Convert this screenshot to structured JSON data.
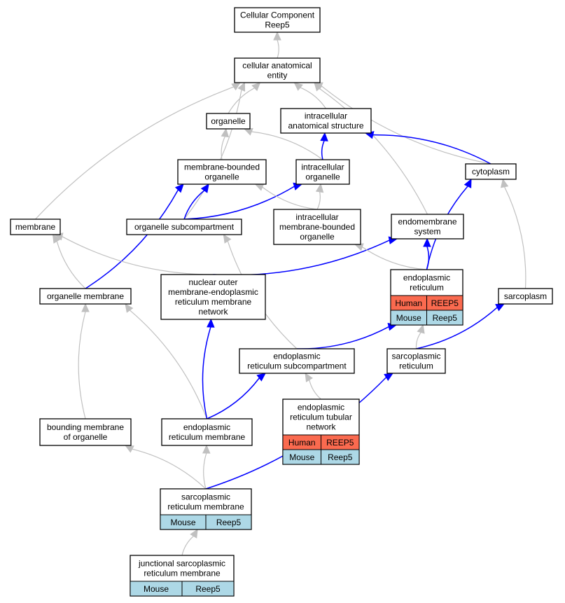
{
  "nodes": {
    "root": [
      "Cellular Component",
      "Reep5"
    ],
    "cae": [
      "cellular anatomical",
      "entity"
    ],
    "organelle": [
      "organelle"
    ],
    "ias": [
      "intracellular",
      "anatomical structure"
    ],
    "mbo": [
      "membrane-bounded",
      "organelle"
    ],
    "io": [
      "intracellular",
      "organelle"
    ],
    "cytoplasm": [
      "cytoplasm"
    ],
    "membrane": [
      "membrane"
    ],
    "osub": [
      "organelle subcompartment"
    ],
    "imbo": [
      "intracellular",
      "membrane-bounded",
      "organelle"
    ],
    "endosys": [
      "endomembrane",
      "system"
    ],
    "orgmem": [
      "organelle membrane"
    ],
    "nomer": [
      "nuclear outer",
      "membrane-endoplasmic",
      "reticulum membrane",
      "network"
    ],
    "er": [
      "endoplasmic",
      "reticulum"
    ],
    "sarcoplasm": [
      "sarcoplasm"
    ],
    "ersub": [
      "endoplasmic",
      "reticulum subcompartment"
    ],
    "sr": [
      "sarcoplasmic",
      "reticulum"
    ],
    "bmo": [
      "bounding membrane",
      "of organelle"
    ],
    "erm": [
      "endoplasmic",
      "reticulum membrane"
    ],
    "ertn": [
      "endoplasmic",
      "reticulum tubular",
      "network"
    ],
    "srm": [
      "sarcoplasmic",
      "reticulum membrane"
    ],
    "jsrm": [
      "junctional sarcoplasmic",
      "reticulum membrane"
    ]
  },
  "annotations": {
    "er": [
      [
        "Human",
        "REEP5"
      ],
      [
        "Mouse",
        "Reep5"
      ]
    ],
    "ertn": [
      [
        "Human",
        "REEP5"
      ],
      [
        "Mouse",
        "Reep5"
      ]
    ],
    "srm": [
      [
        "Mouse",
        "Reep5"
      ]
    ],
    "jsrm": [
      [
        "Mouse",
        "Reep5"
      ]
    ]
  },
  "edges": [
    [
      "cae",
      "root",
      "gray"
    ],
    [
      "organelle",
      "cae",
      "gray"
    ],
    [
      "ias",
      "cae",
      "gray"
    ],
    [
      "cytoplasm",
      "cae",
      "gray"
    ],
    [
      "endosys",
      "cae",
      "gray"
    ],
    [
      "membrane",
      "cae",
      "gray"
    ],
    [
      "osub",
      "cae",
      "gray"
    ],
    [
      "mbo",
      "organelle",
      "gray"
    ],
    [
      "io",
      "organelle",
      "gray"
    ],
    [
      "io",
      "ias",
      "blue"
    ],
    [
      "cytoplasm",
      "ias",
      "blue"
    ],
    [
      "osub",
      "mbo",
      "blue"
    ],
    [
      "osub",
      "io",
      "blue"
    ],
    [
      "imbo",
      "mbo",
      "gray"
    ],
    [
      "imbo",
      "io",
      "gray"
    ],
    [
      "orgmem",
      "membrane",
      "gray"
    ],
    [
      "orgmem",
      "mbo",
      "blue"
    ],
    [
      "nomer",
      "membrane",
      "gray"
    ],
    [
      "nomer",
      "endosys",
      "blue"
    ],
    [
      "er",
      "imbo",
      "gray"
    ],
    [
      "er",
      "endosys",
      "blue"
    ],
    [
      "er",
      "cytoplasm",
      "blue"
    ],
    [
      "sarcoplasm",
      "cytoplasm",
      "gray"
    ],
    [
      "ersub",
      "osub",
      "gray"
    ],
    [
      "ersub",
      "er",
      "blue"
    ],
    [
      "sr",
      "er",
      "gray"
    ],
    [
      "sr",
      "sarcoplasm",
      "blue"
    ],
    [
      "bmo",
      "orgmem",
      "gray"
    ],
    [
      "erm",
      "orgmem",
      "gray"
    ],
    [
      "erm",
      "nomer",
      "blue"
    ],
    [
      "erm",
      "ersub",
      "blue"
    ],
    [
      "ertn",
      "ersub",
      "gray"
    ],
    [
      "srm",
      "bmo",
      "gray"
    ],
    [
      "srm",
      "erm",
      "gray"
    ],
    [
      "srm",
      "sr",
      "blue"
    ],
    [
      "jsrm",
      "srm",
      "gray"
    ]
  ]
}
